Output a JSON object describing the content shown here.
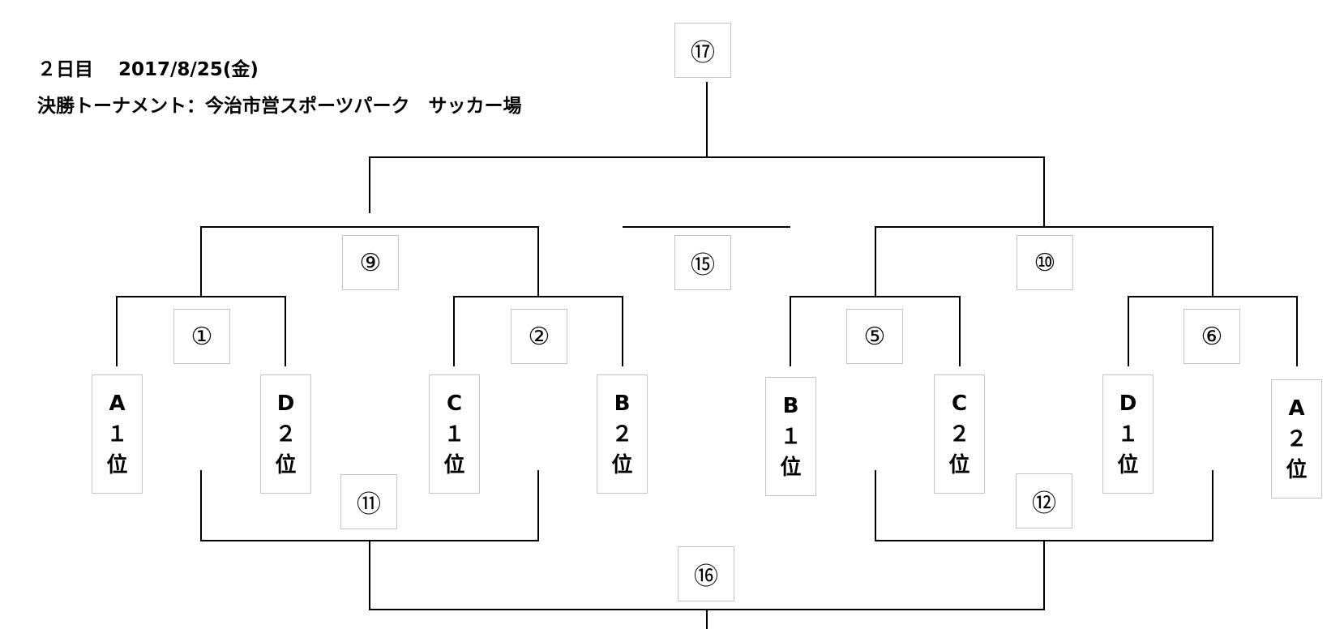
{
  "header": {
    "day_date": "２日目　 2017/8/25(金)",
    "venue": "決勝トーナメント：今治市営スポーツパーク　サッカー場"
  },
  "matches": {
    "m1": "①",
    "m2": "②",
    "m5": "⑤",
    "m6": "⑥",
    "m9": "⑨",
    "m10": "⑩",
    "m11": "⑪",
    "m12": "⑫",
    "m15": "⑮",
    "m16": "⑯",
    "m17": "⑰"
  },
  "teams": [
    {
      "group": "A",
      "rank": "１",
      "suffix": "位"
    },
    {
      "group": "D",
      "rank": "２",
      "suffix": "位"
    },
    {
      "group": "C",
      "rank": "１",
      "suffix": "位"
    },
    {
      "group": "B",
      "rank": "２",
      "suffix": "位"
    },
    {
      "group": "B",
      "rank": "１",
      "suffix": "位"
    },
    {
      "group": "C",
      "rank": "２",
      "suffix": "位"
    },
    {
      "group": "D",
      "rank": "１",
      "suffix": "位"
    },
    {
      "group": "A",
      "rank": "２",
      "suffix": "位"
    }
  ]
}
